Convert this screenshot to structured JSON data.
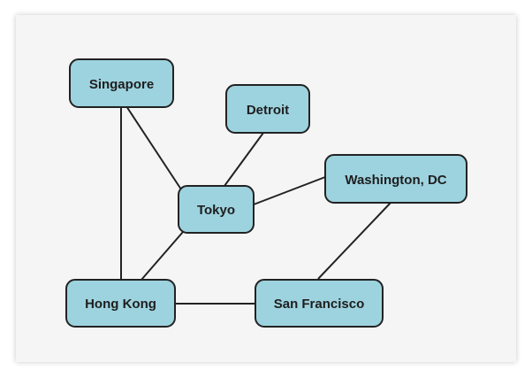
{
  "diagram": {
    "nodes": [
      {
        "id": "singapore",
        "label": "Singapore"
      },
      {
        "id": "detroit",
        "label": "Detroit"
      },
      {
        "id": "tokyo",
        "label": "Tokyo"
      },
      {
        "id": "washington",
        "label": "Washington, DC"
      },
      {
        "id": "hongkong",
        "label": "Hong Kong"
      },
      {
        "id": "sanfrancisco",
        "label": "San Francisco"
      }
    ],
    "edges": [
      {
        "from": "singapore",
        "to": "tokyo"
      },
      {
        "from": "singapore",
        "to": "hongkong"
      },
      {
        "from": "detroit",
        "to": "tokyo"
      },
      {
        "from": "tokyo",
        "to": "washington"
      },
      {
        "from": "tokyo",
        "to": "hongkong"
      },
      {
        "from": "hongkong",
        "to": "sanfrancisco"
      },
      {
        "from": "washington",
        "to": "sanfrancisco"
      }
    ],
    "colors": {
      "node_fill": "#9dd3df",
      "stroke": "#222222",
      "background": "#f5f5f5"
    }
  }
}
